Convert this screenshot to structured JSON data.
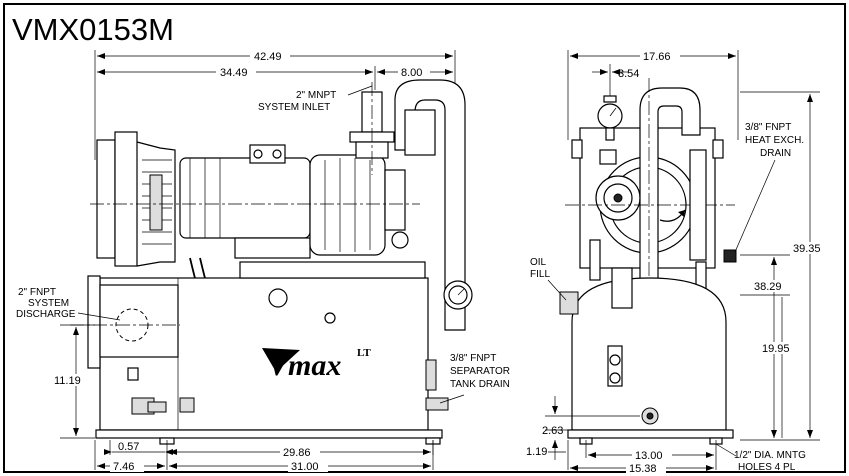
{
  "title": "VMX0153M",
  "brand": {
    "name": "Vmax",
    "superscript": "LT"
  },
  "dimensions": {
    "overall_length": "42.49",
    "motor_to_inlet": "34.49",
    "inlet_offset": "8.00",
    "overall_width": "17.66",
    "gauge_offset": "3.54",
    "overall_height": "39.35",
    "exchanger_drain_height": "38.29",
    "separator_height": "19.95",
    "discharge_height": "11.19",
    "tank_drain_height": "2.63",
    "base_height": "1.19",
    "front_overhang": "0.57",
    "front_to_base": "7.46",
    "base_hole_spacing": "29.86",
    "base_length": "31.00",
    "base_width_holes": "13.00",
    "base_width": "15.38"
  },
  "callouts": {
    "system_inlet": [
      "2\" MNPT",
      "SYSTEM INLET"
    ],
    "system_discharge": [
      "2\" FNPT",
      "SYSTEM",
      "DISCHARGE"
    ],
    "separator_drain": [
      "3/8\" FNPT",
      "SEPARATOR",
      "TANK DRAIN"
    ],
    "heat_exch_drain": [
      "3/8\" FNPT",
      "HEAT EXCH.",
      "DRAIN"
    ],
    "oil_fill": [
      "OIL",
      "FILL"
    ],
    "mounting_holes": [
      "1/2\" DIA. MNTG",
      "HOLES 4 PL"
    ]
  }
}
